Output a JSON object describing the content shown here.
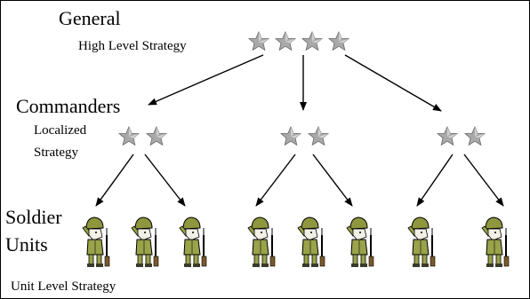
{
  "levels": {
    "general": {
      "title": "General",
      "subtitle": "High Level Strategy"
    },
    "commanders": {
      "title": "Commanders",
      "subtitle": "Localized\nStrategy"
    },
    "soldiers": {
      "title": "Soldier\nUnits",
      "subtitle": "Unit Level Strategy"
    }
  },
  "icons": {
    "rank_star": "star-icon",
    "soldier": "saluting-soldier-icon"
  },
  "colors": {
    "star": "#a9a9a9",
    "uniform": "#9aa24a",
    "helmet": "#8e973d",
    "skin": "#f2efe6",
    "outline": "#000000"
  }
}
